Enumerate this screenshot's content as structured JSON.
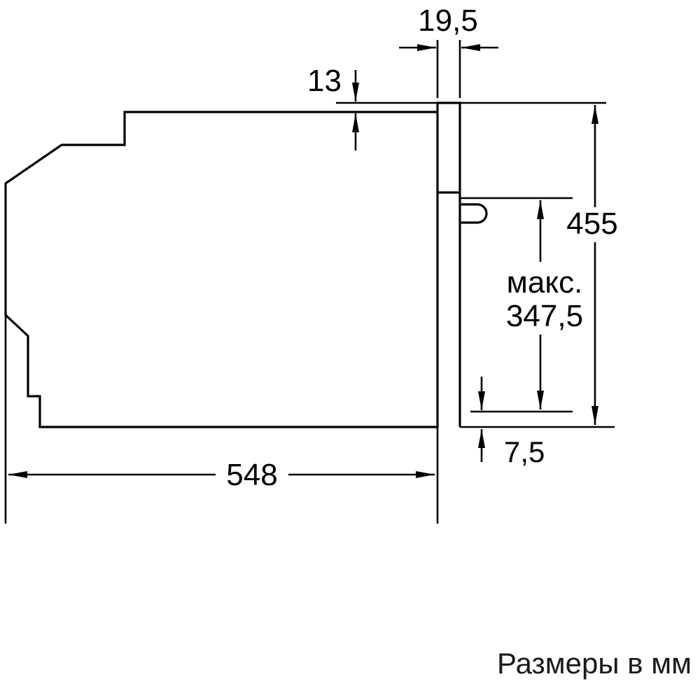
{
  "diagram": {
    "caption": "Размеры в мм",
    "dims": {
      "door_thickness": "19,5",
      "top_overhang": "13",
      "height": "455",
      "max_label": "макс.",
      "max_value": "347,5",
      "bottom_clearance": "7,5",
      "depth": "548"
    }
  },
  "colors": {
    "line": "#000000",
    "background": "#ffffff",
    "caption": "#1a1a1a"
  }
}
